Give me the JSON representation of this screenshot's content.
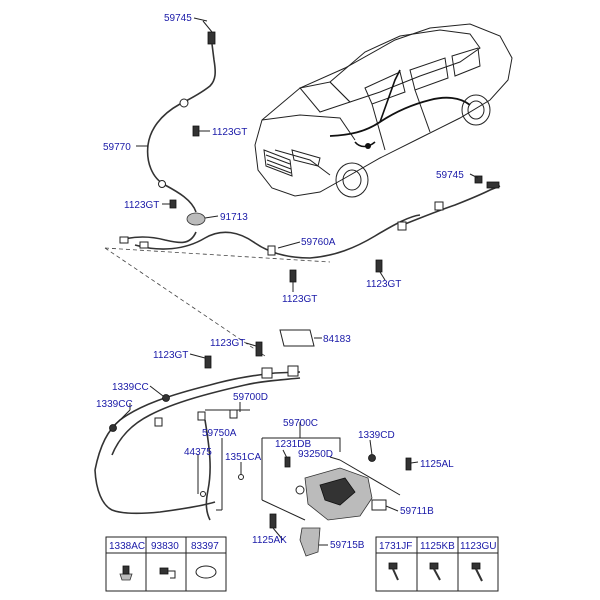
{
  "labels": {
    "l59745a": "59745",
    "l1123gt_top": "1123GT",
    "l59770": "59770",
    "l59745b": "59745",
    "l1123gt_left": "1123GT",
    "l91713": "91713",
    "l59760a": "59760A",
    "l1123gt_mid": "1123GT",
    "l1123gt_right": "1123GT",
    "l84183": "84183",
    "l1123gt_a": "1123GT",
    "l1123gt_b": "1123GT",
    "l1339cc_a": "1339CC",
    "l1339cc_b": "1339CC",
    "l59700d": "59700D",
    "l59700c": "59700C",
    "l59750a": "59750A",
    "l1231db": "1231DB",
    "l1339cd": "1339CD",
    "l44375": "44375",
    "l93250d": "93250D",
    "l1125al": "1125AL",
    "l1351ca": "1351CA",
    "l59711b": "59711B",
    "l1125ak": "1125AK",
    "l59715b": "59715B"
  },
  "tables": {
    "left": {
      "headers": [
        "1338AC",
        "93830",
        "83397"
      ]
    },
    "right": {
      "headers": [
        "1731JF",
        "1125KB",
        "1123GU"
      ]
    }
  }
}
